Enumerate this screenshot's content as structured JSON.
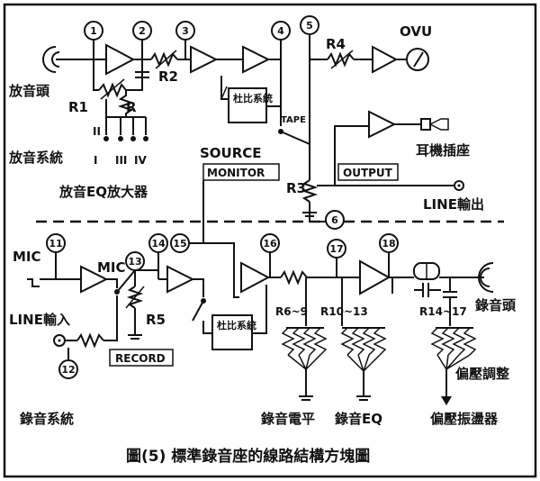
{
  "figure": {
    "caption": "圖(5)  標準錄音座的線路結構方塊圖"
  },
  "playback": {
    "head_label": "放音頭",
    "system_label": "放音系統",
    "system_positions": [
      "I",
      "II",
      "III",
      "IV"
    ],
    "eq_amp_label": "放音EQ放大器",
    "r1": "R1",
    "r": "R",
    "r2": "R2",
    "r3": "R3",
    "r4": "R4",
    "dolby_label": "杜比系統",
    "tape_label": "TAPE",
    "source_monitor_top": "SOURCE",
    "source_monitor_box": "MONITOR",
    "output_box": "OUTPUT",
    "ovu_label": "OVU",
    "headphone_label": "耳機插座",
    "line_out_label": "LINE輸出"
  },
  "record": {
    "mic_label": "MIC",
    "mic_amp_label": "MIC",
    "line_in_label": "LINE輸入",
    "record_box": "RECORD",
    "r5": "R5",
    "r6_9": "R6~9",
    "r10_13": "R10~13",
    "r14_17": "R14~17",
    "dolby_label": "杜比系統",
    "system_label": "錄音系統",
    "level_label": "錄音電平",
    "eq_label": "錄音EQ",
    "bias_adj_label": "偏壓調整",
    "bias_osc_label": "偏壓振盪器",
    "head_label": "錄音頭"
  },
  "nodes": [
    "1",
    "2",
    "3",
    "4",
    "5",
    "6",
    "11",
    "12",
    "13",
    "14",
    "15",
    "16",
    "17",
    "18"
  ]
}
